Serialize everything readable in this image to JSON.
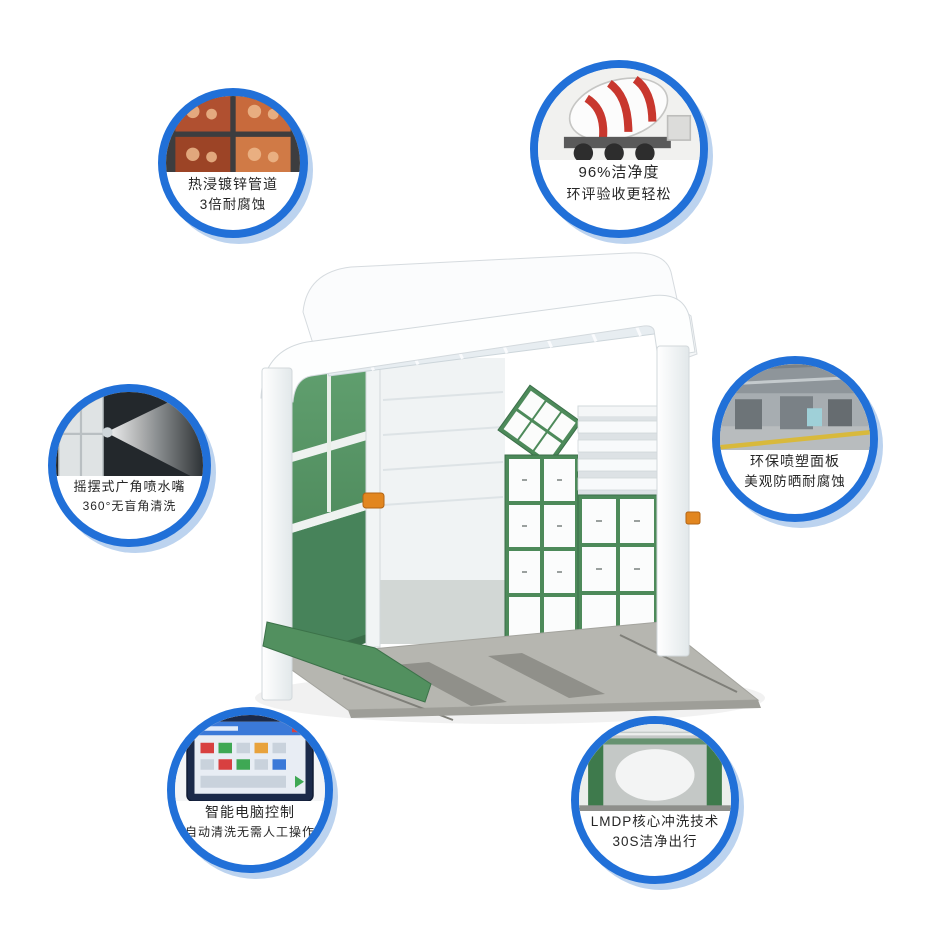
{
  "page": {
    "background": "#ffffff",
    "subject": "自动洗车机产品卖点图"
  },
  "features": [
    {
      "id": "galvanized-pipe",
      "photo": "galvanized-pipes-photo",
      "line1": "热浸镀锌管道",
      "line2": "3倍耐腐蚀"
    },
    {
      "id": "cleanliness",
      "photo": "mixer-truck-photo",
      "line1": "96%洁净度",
      "line2": "环评验收更轻松"
    },
    {
      "id": "spray-nozzle",
      "photo": "spray-nozzle-photo",
      "line1": "摇摆式广角喷水嘴",
      "line2": "360°无盲角清洗"
    },
    {
      "id": "coated-panel",
      "photo": "workshop-photo",
      "line1": "环保喷塑面板",
      "line2": "美观防晒耐腐蚀"
    },
    {
      "id": "smart-control",
      "photo": "control-screen-photo",
      "line1": "智能电脑控制",
      "line2": "自动清洗无需人工操作"
    },
    {
      "id": "lmdp-wash",
      "photo": "wash-gantry-photo",
      "line1": "LMDP核心冲洗技术",
      "line2": "30S洁净出行"
    }
  ],
  "colors": {
    "ring_blue": "#2170d8",
    "ring_shadow": "#bcd3ef",
    "machine_green": "#4d8a5a",
    "machine_white": "#f7f9fa",
    "floor_gray": "#b6b6b0",
    "warning_orange": "#e2861f",
    "text_dark": "#262626"
  }
}
